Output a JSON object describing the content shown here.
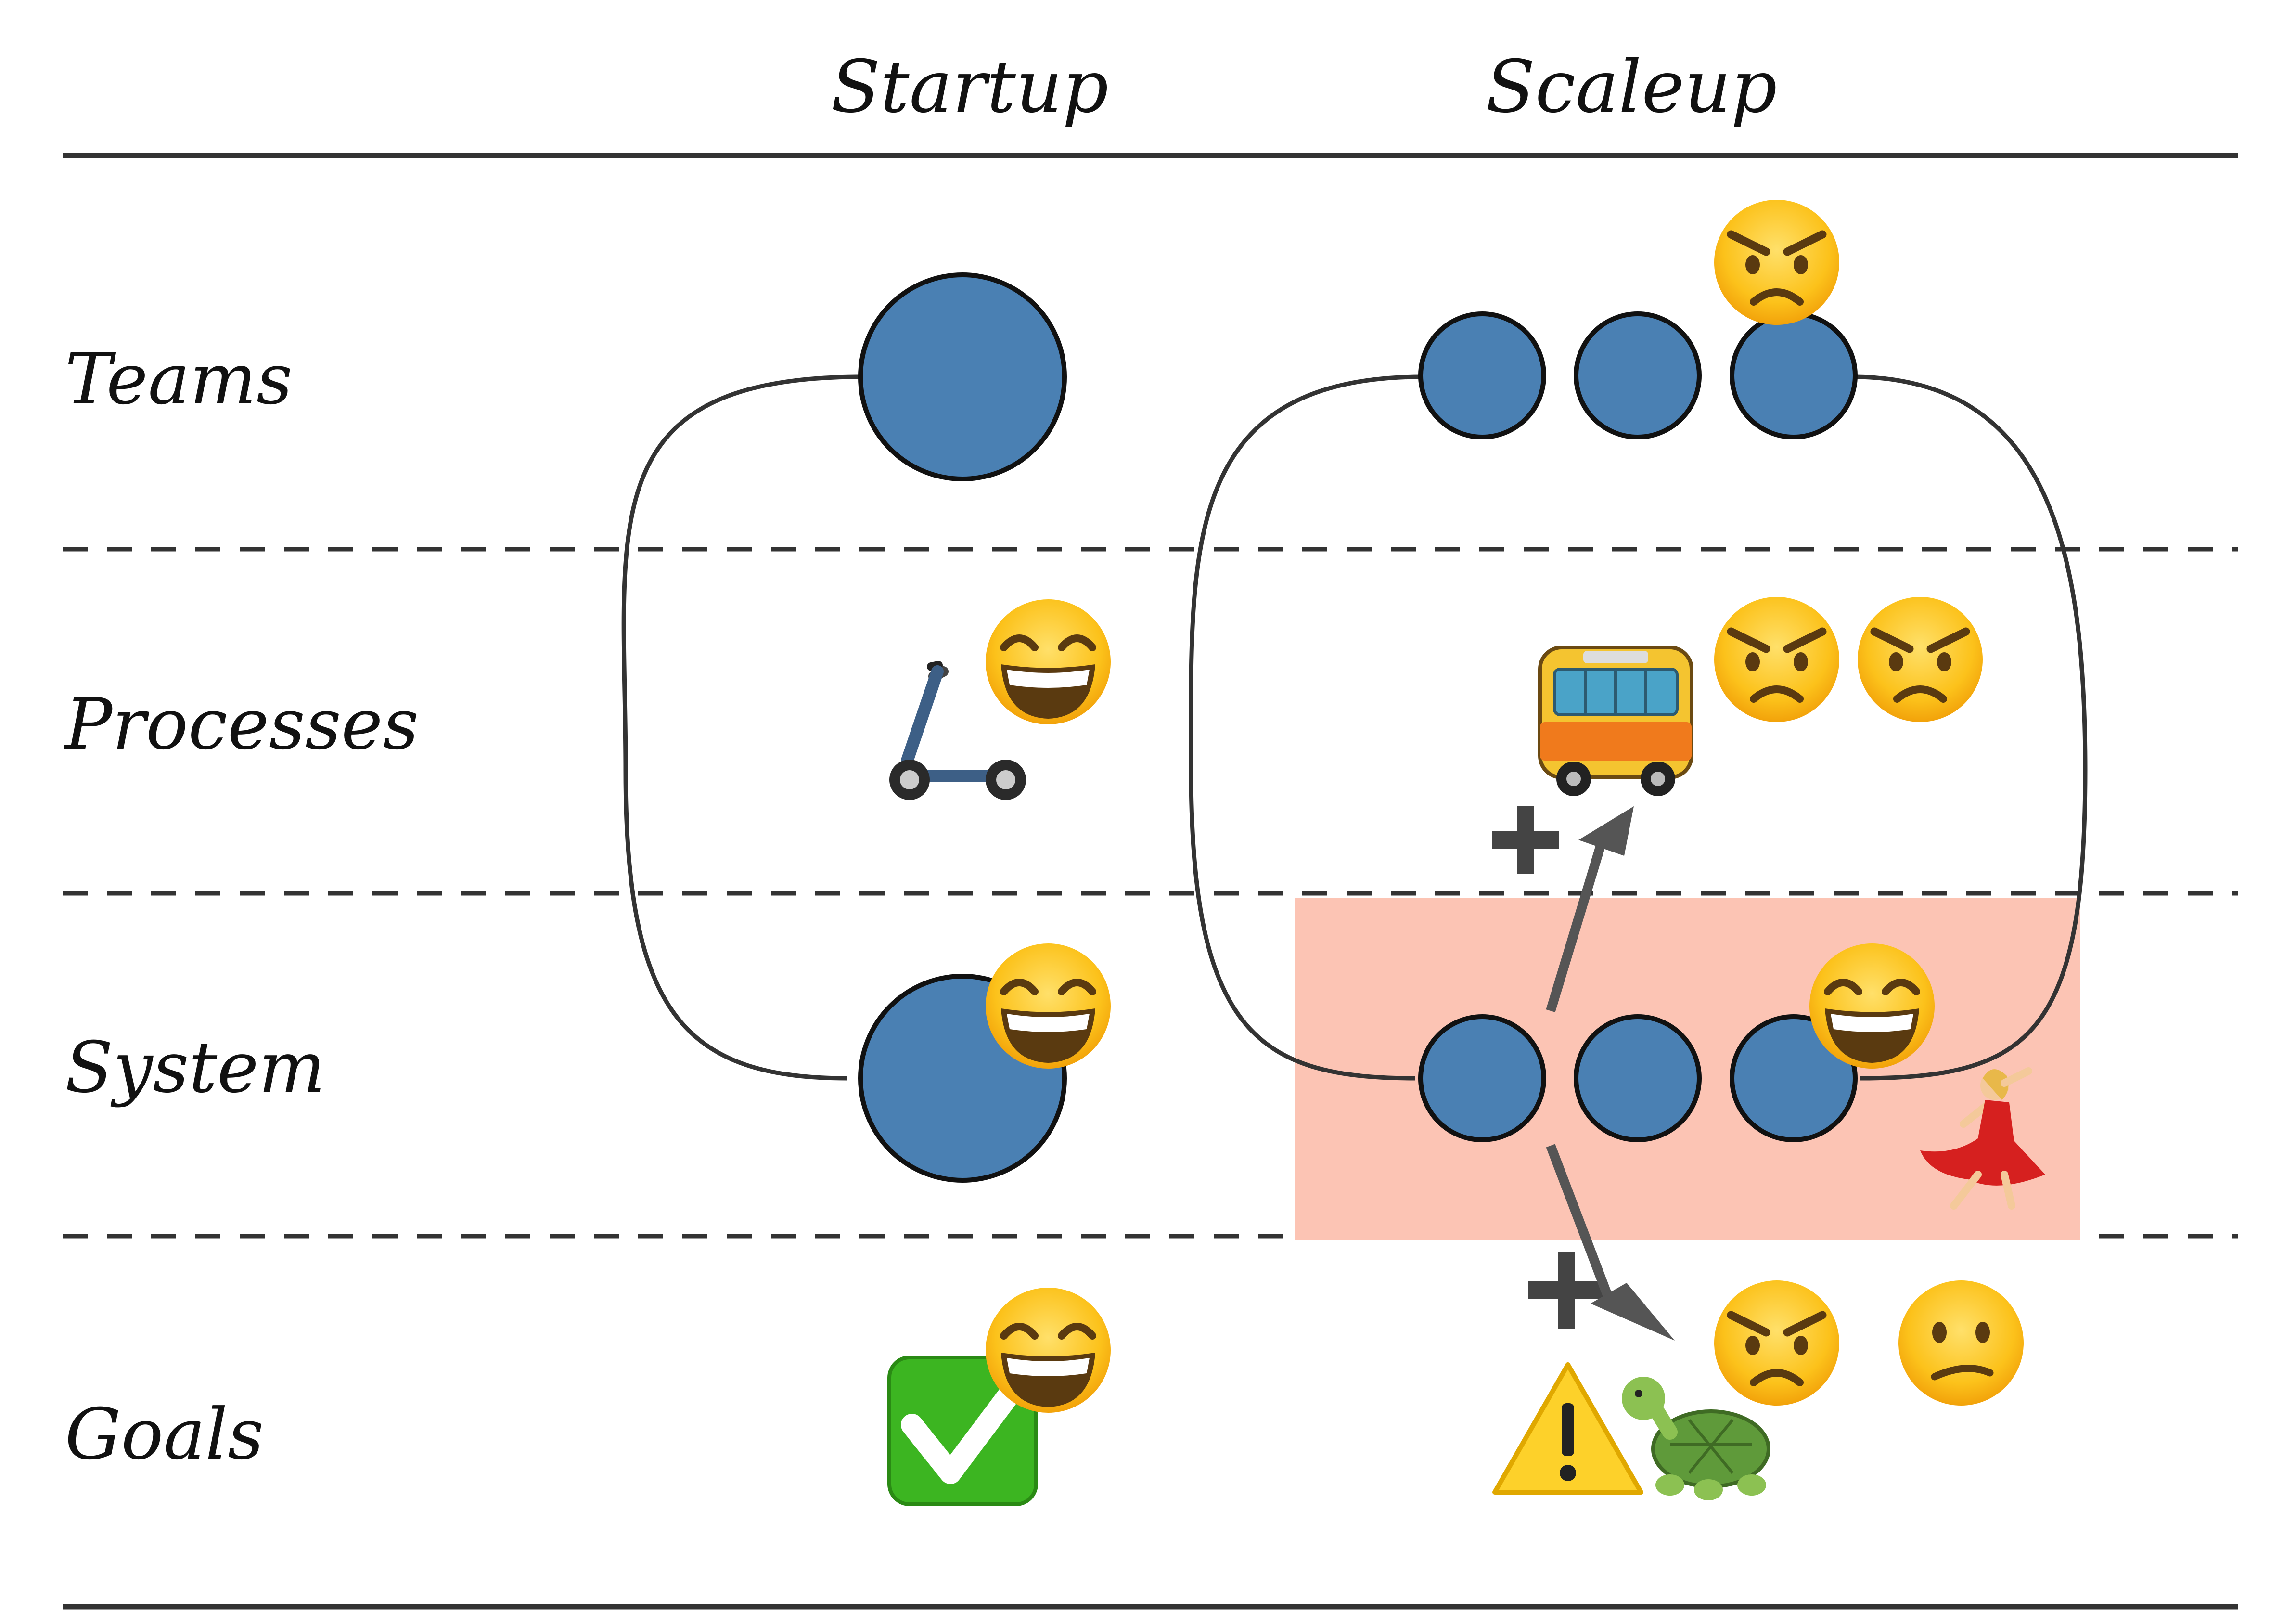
{
  "columns": {
    "startup": "Startup",
    "scaleup": "Scaleup"
  },
  "rows": {
    "teams": "Teams",
    "processes": "Processes",
    "system": "System",
    "goals": "Goals"
  },
  "colors": {
    "circle_fill": "#4a80b3",
    "circle_stroke": "#111111",
    "highlight": "#fcc4b4",
    "line": "#333333",
    "arrow_gray": "#555555"
  },
  "emoji": {
    "happy": "grinning-face-with-smiling-eyes",
    "angry": "angry-face",
    "confused": "confused-face",
    "scooter": "kick-scooter",
    "bus": "bus",
    "check": "check-mark-button",
    "warning": "warning-sign",
    "turtle": "turtle",
    "dancer": "dancer",
    "plus": "plus-sign"
  }
}
